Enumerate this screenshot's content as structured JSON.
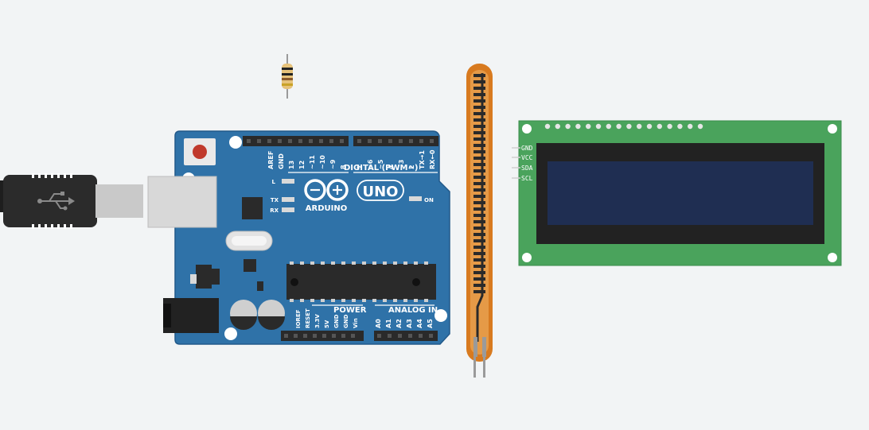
{
  "colors": {
    "canvas_bg": "#f2f4f5",
    "arduino_board": "#2f72a8",
    "arduino_board_edge": "#22598a",
    "header_black": "#2a2a2a",
    "lcd_board": "#4aa35c",
    "lcd_frame": "#222222",
    "lcd_screen": "#1f2e52",
    "flex_sensor": "#d87a1f",
    "resistor_body": "#e6c27a"
  },
  "arduino": {
    "brand": "ARDUINO",
    "model": "UNO",
    "digital_label": "DIGITAL (PWM~)",
    "power_label": "POWER",
    "analog_label": "ANALOG IN",
    "led_l": "L",
    "led_tx": "TX",
    "led_rx": "RX",
    "led_on": "ON",
    "digital_pins": [
      "AREF",
      "GND",
      "13",
      "12",
      "~11",
      "~10",
      "~9",
      "8",
      "7",
      "~6",
      "~5",
      "4",
      "~3",
      "2",
      "TX→1",
      "RX←0"
    ],
    "power_pins": [
      "IOREF",
      "RESET",
      "3.3V",
      "5V",
      "GND",
      "GND",
      "Vin"
    ],
    "analog_pins": [
      "A0",
      "A1",
      "A2",
      "A3",
      "A4",
      "A5"
    ]
  },
  "lcd": {
    "pins": [
      "GND",
      "VCC",
      "SDA",
      "SCL"
    ]
  },
  "icons": {
    "usb": "usb-icon",
    "infinity_logo": "arduino-infinity-logo-icon"
  }
}
